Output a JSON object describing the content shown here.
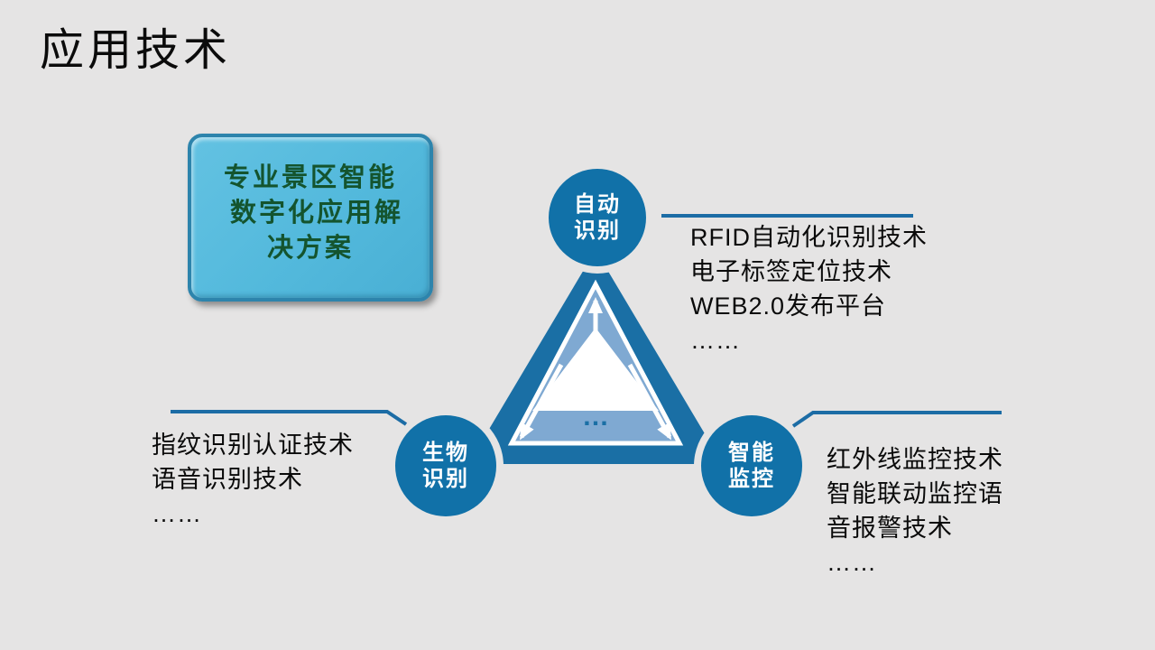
{
  "slide": {
    "title": "应用技术",
    "background_color": "#e5e4e4"
  },
  "colors": {
    "primary_blue": "#1171a8",
    "triangle_dark": "#1a6fa5",
    "triangle_band": "#7fa9d2",
    "connector_blue": "#1c6ca5",
    "callout_fill": "#53b9dc",
    "callout_border": "#2d84ac",
    "callout_text_green": "#14542e",
    "body_text": "#0a0a0a",
    "node_text": "#ffffff"
  },
  "callout_box": {
    "lines": [
      "专业景区智能",
      "数字化应用解",
      "决方案"
    ]
  },
  "diagram": {
    "center_ellipsis": "…",
    "nodes": [
      {
        "id": "auto-id",
        "line1": "自动",
        "line2": "识别"
      },
      {
        "id": "biometric",
        "line1": "生物",
        "line2": "识别"
      },
      {
        "id": "monitoring",
        "line1": "智能",
        "line2": "监控"
      }
    ],
    "lists": {
      "auto_id": [
        "RFID自动化识别技术",
        "电子标签定位技术",
        "WEB2.0发布平台",
        "……"
      ],
      "biometric": [
        "指纹识别认证技术",
        "语音识别技术",
        "……"
      ],
      "monitoring": [
        "红外线监控技术",
        "智能联动监控语",
        "音报警技术",
        "……"
      ]
    }
  }
}
